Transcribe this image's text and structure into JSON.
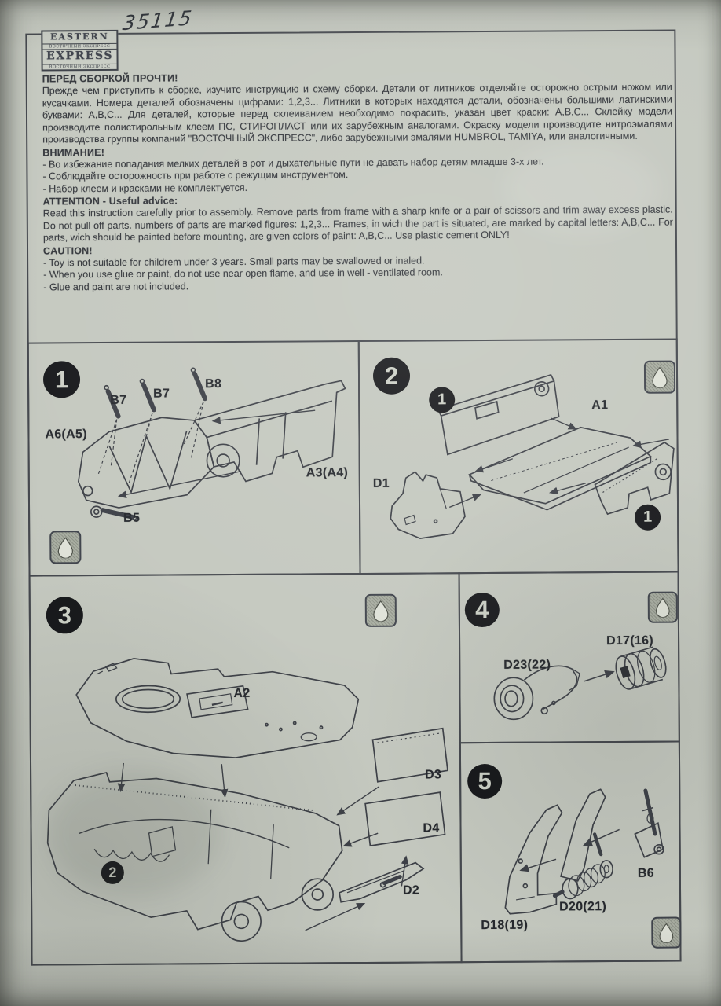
{
  "page": {
    "kit_number": "35115",
    "logo": {
      "top": "EASTERN",
      "band1": "ВОСТОЧНЫЙ ЭКСПРЕСС",
      "bottom": "EXPRESS",
      "band2": "ВОСТОЧНЫЙ ЭКСПРЕСС"
    }
  },
  "icons": {
    "glue": "droplet"
  },
  "colors": {
    "paper": "#c4c8bf",
    "ink": "#33363b",
    "line": "#3d4047",
    "badge": "#17181b"
  },
  "sections": {
    "read_before": {
      "heading": "ПЕРЕД СБОРКОЙ ПРОЧТИ!",
      "body": "Прежде чем приступить к сборке, изучите инструкцию и схему сборки. Детали от литников отделяйте осторожно острым ножом или кусачками. Номера деталей обозначены цифрами: 1,2,3... Литники в которых находятся детали, обозначены большими латинскими буквами: А,В,С... Для деталей, которые перед склеиванием необходимо покрасить, указан цвет краски: А,В,С... Склейку модели производите полистирольным клеем ПС, СТИРОПЛАСТ или их зарубежным аналогами. Окраску модели производите нитроэмалями производства группы компаний \"ВОСТОЧНЫЙ ЭКСПРЕСС\", либо зарубежными эмалями HUMBROL, TAMIYA, или аналогичными."
    },
    "vnimanie": {
      "heading": "ВНИМАНИЕ!",
      "items": [
        "- Во избежание попадания мелких деталей в рот и дыхательные пути не давать набор детям младше 3-х лет.",
        "- Соблюдайте осторожность при работе с режущим инструментом.",
        "- Набор клеем и красками не комплектуется."
      ]
    },
    "attention": {
      "heading": "ATTENTION - Useful advice:",
      "body": "Read this instruction carefully prior to assembly. Remove parts from frame with a sharp knife or a pair of scissors and trim away excess plastic. Do not pull off parts. numbers of parts are marked figures: 1,2,3... Frames, in wich the part is situated, are marked by  capital letters: A,B,C...  For parts, wich should be painted before mounting, are given colors of paint: A,B,C...  Use plastic cement ONLY!"
    },
    "caution": {
      "heading": "CAUTION!",
      "items": [
        "- Toy is not suitable for childrem under 3 years. Small parts may be swallowed or inaled.",
        "- When you use glue or paint, do not use near open flame, and use in well - ventilated room.",
        "- Glue and paint are not included."
      ]
    }
  },
  "steps": {
    "step1": {
      "number": "1",
      "labels": {
        "b7a": "B7",
        "b7b": "B7",
        "b8": "B8",
        "a6": "A6(A5)",
        "a3": "A3(A4)",
        "b5": "B5"
      }
    },
    "step2": {
      "number": "2",
      "sub_refs": [
        "1",
        "1"
      ],
      "labels": {
        "a1": "A1",
        "d1": "D1"
      }
    },
    "step3": {
      "number": "3",
      "sub_ref": "2",
      "labels": {
        "a2": "A2",
        "d3": "D3",
        "d4": "D4",
        "d2": "D2"
      }
    },
    "step4": {
      "number": "4",
      "labels": {
        "d23": "D23(22)",
        "d17": "D17(16)"
      }
    },
    "step5": {
      "number": "5",
      "labels": {
        "b6": "B6",
        "d20": "D20(21)",
        "d18": "D18(19)"
      }
    }
  }
}
